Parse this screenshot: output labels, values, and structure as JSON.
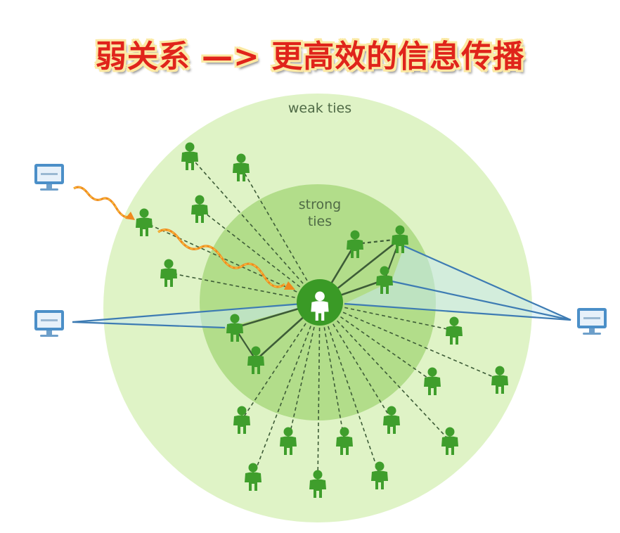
{
  "title": "弱关系 —> 更高效的信息传播",
  "labels": {
    "weak_ties": "weak ties",
    "strong_ties_line1": "strong",
    "strong_ties_line2": "ties"
  },
  "colors": {
    "outer_circle": "#dff3c6",
    "inner_circle": "#b2dd8a",
    "person": "#3f9e2c",
    "center_node": "#3a9a26",
    "tie_line": "#3d5c37",
    "computer_link": "#3d7bb3",
    "signal_orange": "#f08a1e",
    "title_text": "#e0241b"
  },
  "icons": {
    "person": "person-icon",
    "computer": "computer-monitor-icon",
    "center": "center-person-node"
  }
}
